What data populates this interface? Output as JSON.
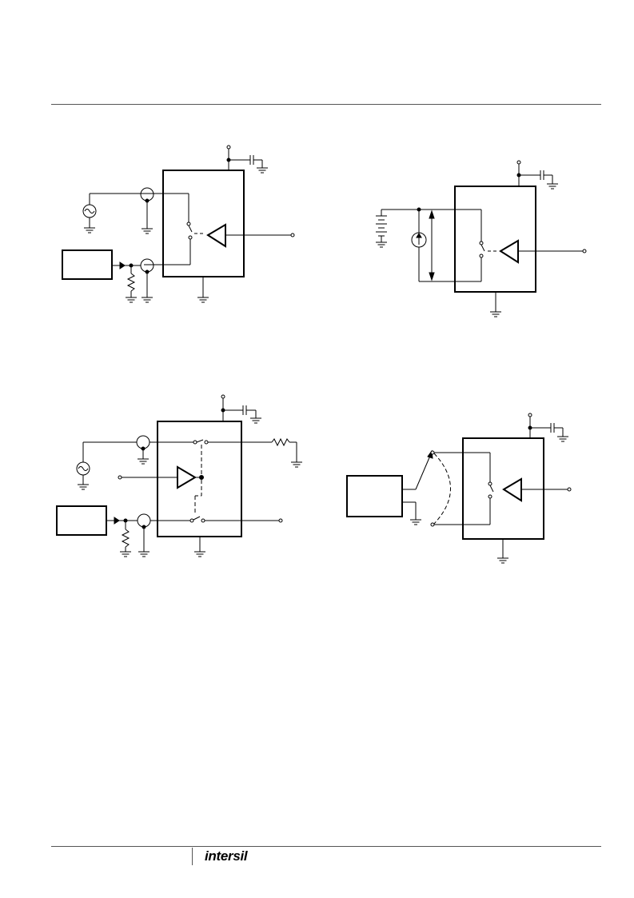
{
  "footer": {
    "logo_text": "intersil"
  },
  "diagrams": [
    {
      "name": "charge-injection-test-circuit",
      "labels": []
    },
    {
      "name": "leakage-current-test-circuit",
      "labels": []
    },
    {
      "name": "crosstalk-test-circuit",
      "labels": []
    },
    {
      "name": "capacitance-test-circuit",
      "labels": []
    }
  ],
  "colors": {
    "line": "#000000",
    "rule": "#555555"
  }
}
